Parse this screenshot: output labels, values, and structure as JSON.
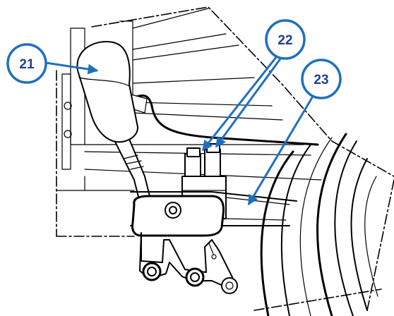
{
  "diagram": {
    "colors": {
      "callout_stroke": "#1f6fbf",
      "callout_text": "#1f3f8f",
      "line_art": "#000000"
    },
    "callouts": [
      {
        "id": "callout-21",
        "label": "21"
      },
      {
        "id": "callout-22",
        "label": "22"
      },
      {
        "id": "callout-23",
        "label": "23"
      }
    ]
  }
}
